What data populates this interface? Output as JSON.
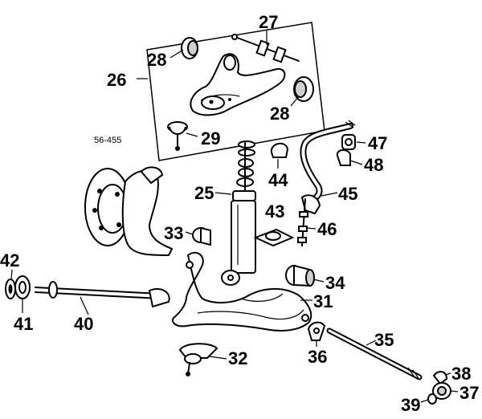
{
  "diagram_code": "56-455",
  "callouts": {
    "c26": "26",
    "c27": "27",
    "c28a": "28",
    "c28b": "28",
    "c29": "29",
    "c25": "25",
    "c44": "44",
    "c47": "47",
    "c48": "48",
    "c45": "45",
    "c43": "43",
    "c46": "46",
    "c33": "33",
    "c34": "34",
    "c31": "31",
    "c42": "42",
    "c41": "41",
    "c40": "40",
    "c32": "32",
    "c36": "36",
    "c35": "35",
    "c38": "38",
    "c37": "37",
    "c39": "39"
  }
}
